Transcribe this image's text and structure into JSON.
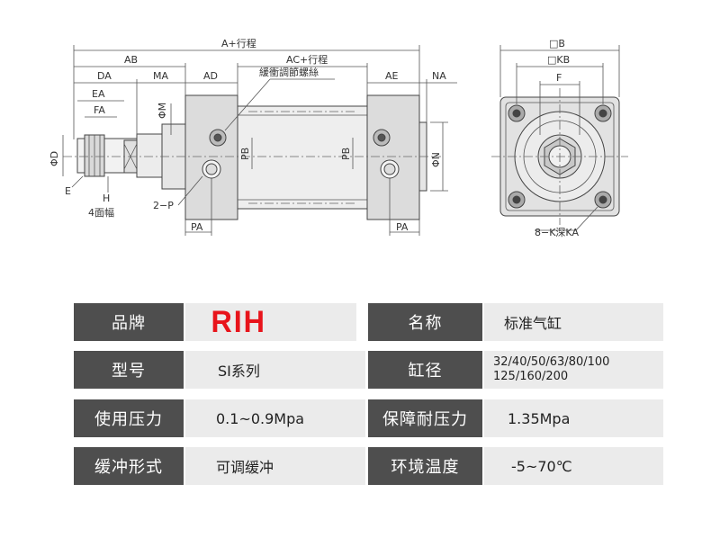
{
  "drawing": {
    "dims": {
      "a_stroke": "A+行程",
      "ab": "AB",
      "ac_stroke": "AC+行程",
      "da": "DA",
      "ma": "MA",
      "ad": "AD",
      "ae": "AE",
      "na": "NA",
      "ea": "EA",
      "fa": "FA",
      "phi_d": "ΦD",
      "phi_m": "ΦM",
      "phi_n": "ΦN",
      "pb_left": "PB",
      "pb_right": "PB",
      "e": "E",
      "h": "H",
      "four_faces": "4面幅",
      "two_p": "2−P",
      "pa_left": "PA",
      "pa_right": "PA",
      "cushion_screw": "緩衝調節螺絲",
      "b": "□B",
      "kb": "□KB",
      "f": "F",
      "k_ka": "8−K深KA"
    }
  },
  "specs": {
    "brand_label": "品牌",
    "brand_value": "RIH",
    "brand_color": "#e8141b",
    "name_label": "名称",
    "name_value": "标准气缸",
    "model_label": "型号",
    "model_value": "SI系列",
    "bore_label": "缸径",
    "bore_value": "32/40/50/63/80/100\n125/160/200",
    "pressure_label": "使用压力",
    "pressure_value": "0.1~0.9Mpa",
    "proof_label": "保障耐压力",
    "proof_value": "1.35Mpa",
    "cushion_label": "缓冲形式",
    "cushion_value": "可调缓冲",
    "temp_label": "环境温度",
    "temp_value": "-5~70℃"
  }
}
